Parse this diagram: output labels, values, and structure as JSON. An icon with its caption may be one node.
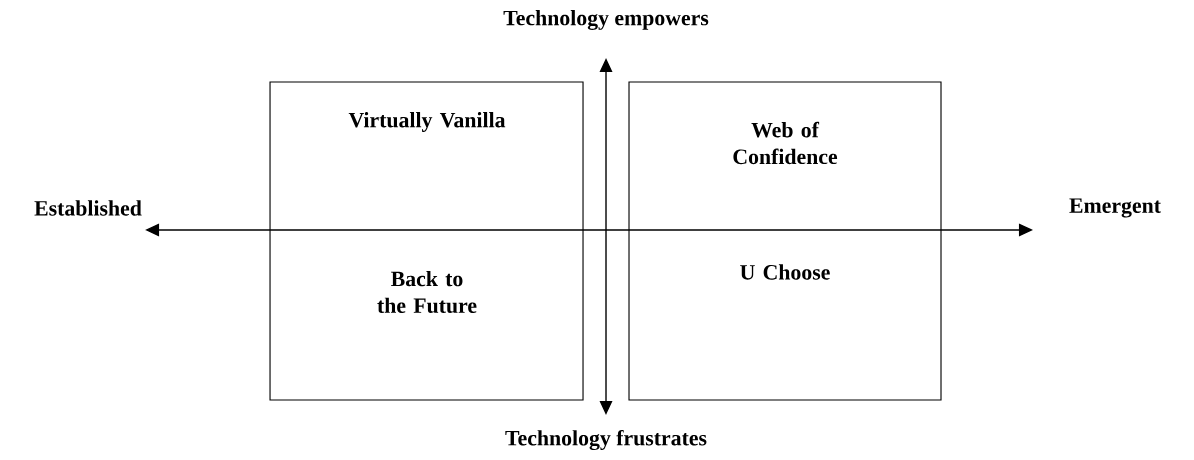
{
  "diagram": {
    "nodes": [
      {
        "text": [
          "Virtually Vanilla",
          "Back to the Future"
        ]
      },
      {
        "text": [
          "Web of Confidence",
          "U Choose"
        ]
      }
    ],
    "labels": [
      "Technology empowers",
      "Established",
      "Emergent",
      "Technology frustrates"
    ]
  }
}
